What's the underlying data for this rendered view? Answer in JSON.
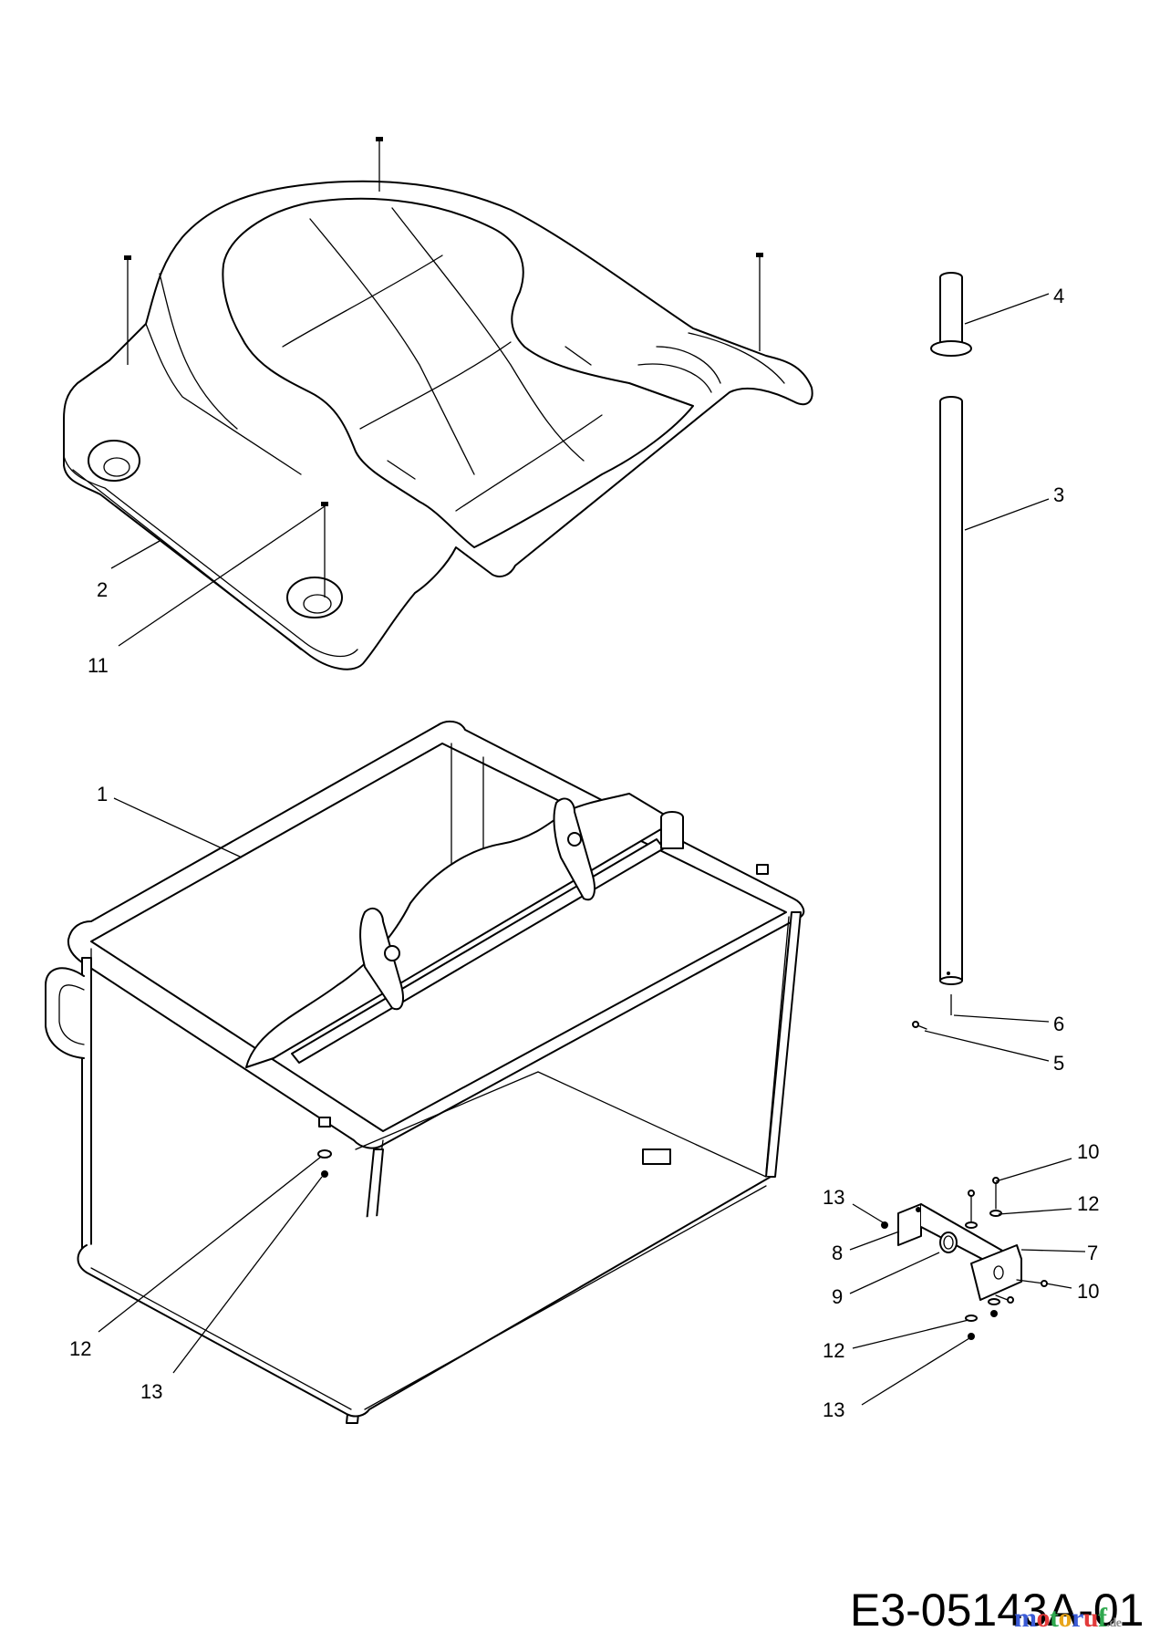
{
  "drawing_number": "E3-05143A-01",
  "watermark": {
    "text": "motoruf",
    "tld": ".de"
  },
  "callouts": [
    {
      "id": "callout-1",
      "label": "1"
    },
    {
      "id": "callout-2",
      "label": "2"
    },
    {
      "id": "callout-3",
      "label": "3"
    },
    {
      "id": "callout-4",
      "label": "4"
    },
    {
      "id": "callout-5",
      "label": "5"
    },
    {
      "id": "callout-6",
      "label": "6"
    },
    {
      "id": "callout-7",
      "label": "7"
    },
    {
      "id": "callout-8",
      "label": "8"
    },
    {
      "id": "callout-9",
      "label": "9"
    },
    {
      "id": "callout-10a",
      "label": "10"
    },
    {
      "id": "callout-10b",
      "label": "10"
    },
    {
      "id": "callout-11",
      "label": "11"
    },
    {
      "id": "callout-12a",
      "label": "12"
    },
    {
      "id": "callout-12b",
      "label": "12"
    },
    {
      "id": "callout-12c",
      "label": "12"
    },
    {
      "id": "callout-13a",
      "label": "13"
    },
    {
      "id": "callout-13b",
      "label": "13"
    },
    {
      "id": "callout-13c",
      "label": "13"
    }
  ]
}
